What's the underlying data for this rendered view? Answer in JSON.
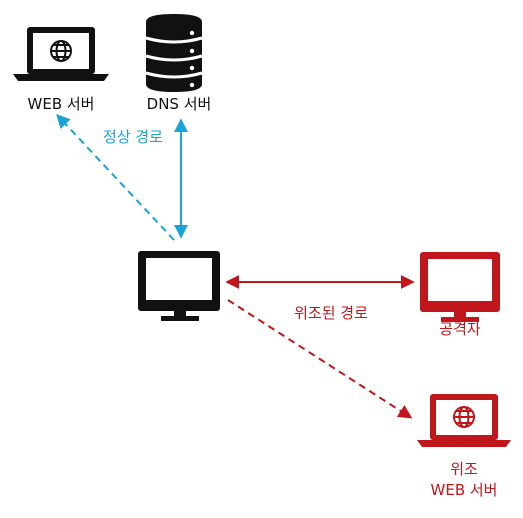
{
  "nodes": {
    "web_server": {
      "label": "WEB 서버",
      "icon": "laptop-globe-icon"
    },
    "dns_server": {
      "label": "DNS 서버",
      "icon": "database-icon"
    },
    "client": {
      "icon": "monitor-icon"
    },
    "attacker": {
      "label": "공격자",
      "icon": "monitor-icon"
    },
    "fake_web_server": {
      "label_line1": "위조",
      "label_line2": "WEB 서버",
      "icon": "laptop-globe-icon"
    }
  },
  "edges": {
    "normal_path": {
      "label": "정상 경로"
    },
    "spoofed_path": {
      "label": "위조된 경로"
    }
  },
  "colors": {
    "normal": "#1aa3d6",
    "spoofed": "#c0161c",
    "default": "#111111"
  }
}
